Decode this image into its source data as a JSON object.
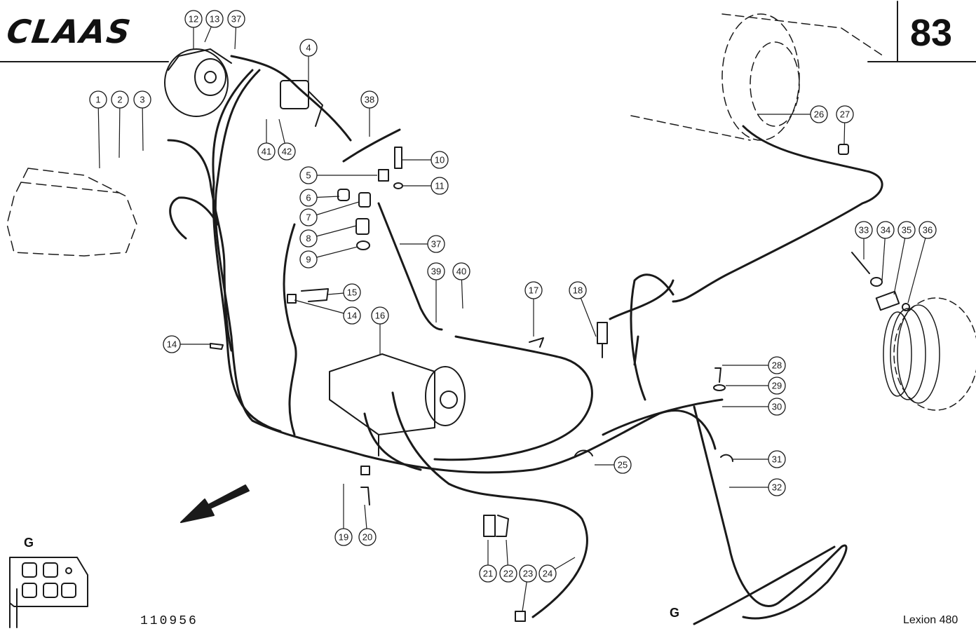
{
  "header": {
    "brand": "CLAAS",
    "page_number": "83"
  },
  "footer": {
    "drawing_number": "110956",
    "model": "Lexion 480"
  },
  "view_marker": {
    "label": "G",
    "inset_label": "G"
  },
  "callouts": [
    {
      "id": "c1",
      "label": "1"
    },
    {
      "id": "c2",
      "label": "2"
    },
    {
      "id": "c3",
      "label": "3"
    },
    {
      "id": "c4",
      "label": "4"
    },
    {
      "id": "c5",
      "label": "5"
    },
    {
      "id": "c6",
      "label": "6"
    },
    {
      "id": "c7",
      "label": "7"
    },
    {
      "id": "c8",
      "label": "8"
    },
    {
      "id": "c9",
      "label": "9"
    },
    {
      "id": "c10",
      "label": "10"
    },
    {
      "id": "c11",
      "label": "11"
    },
    {
      "id": "c12",
      "label": "12"
    },
    {
      "id": "c13",
      "label": "13"
    },
    {
      "id": "c14a",
      "label": "14"
    },
    {
      "id": "c14b",
      "label": "14"
    },
    {
      "id": "c15",
      "label": "15"
    },
    {
      "id": "c16",
      "label": "16"
    },
    {
      "id": "c17",
      "label": "17"
    },
    {
      "id": "c18",
      "label": "18"
    },
    {
      "id": "c19",
      "label": "19"
    },
    {
      "id": "c20",
      "label": "20"
    },
    {
      "id": "c21",
      "label": "21"
    },
    {
      "id": "c22",
      "label": "22"
    },
    {
      "id": "c23",
      "label": "23"
    },
    {
      "id": "c24",
      "label": "24"
    },
    {
      "id": "c25",
      "label": "25"
    },
    {
      "id": "c26",
      "label": "26"
    },
    {
      "id": "c27",
      "label": "27"
    },
    {
      "id": "c28",
      "label": "28"
    },
    {
      "id": "c29",
      "label": "29"
    },
    {
      "id": "c30",
      "label": "30"
    },
    {
      "id": "c31",
      "label": "31"
    },
    {
      "id": "c32",
      "label": "32"
    },
    {
      "id": "c33",
      "label": "33"
    },
    {
      "id": "c34",
      "label": "34"
    },
    {
      "id": "c35",
      "label": "35"
    },
    {
      "id": "c36",
      "label": "36"
    },
    {
      "id": "c37a",
      "label": "37"
    },
    {
      "id": "c37b",
      "label": "37"
    },
    {
      "id": "c38",
      "label": "38"
    },
    {
      "id": "c39",
      "label": "39"
    },
    {
      "id": "c40",
      "label": "40"
    },
    {
      "id": "c41",
      "label": "41"
    },
    {
      "id": "c42",
      "label": "42"
    }
  ],
  "colors": {
    "line": "#1a1a1a",
    "background": "#ffffff"
  }
}
